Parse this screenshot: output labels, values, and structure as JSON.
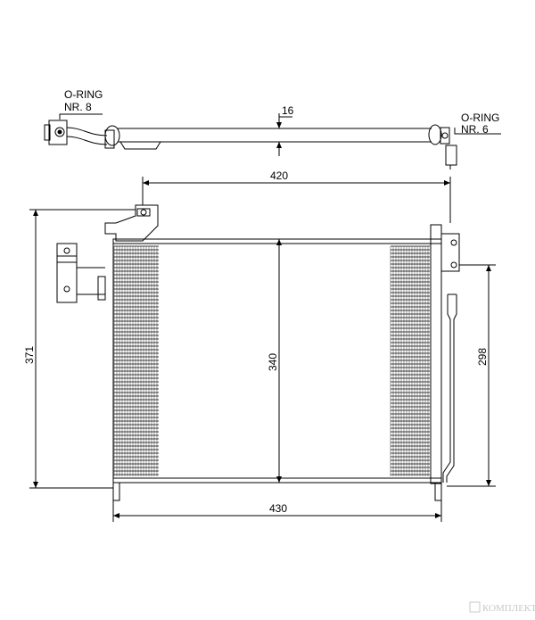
{
  "labels": {
    "oring_left_title": "O-RING",
    "oring_left_nr": "NR. 8",
    "oring_right_title": "O-RING",
    "oring_right_nr": "NR. 6"
  },
  "dimensions": {
    "pipe_diameter": "16",
    "top_width": "420",
    "overall_height": "371",
    "core_height": "340",
    "side_height": "298",
    "bottom_width": "430"
  },
  "watermark": {
    "text": "КОМПЛЕКТ"
  },
  "colors": {
    "line": "#000000",
    "watermark": "#c8c8c8"
  }
}
